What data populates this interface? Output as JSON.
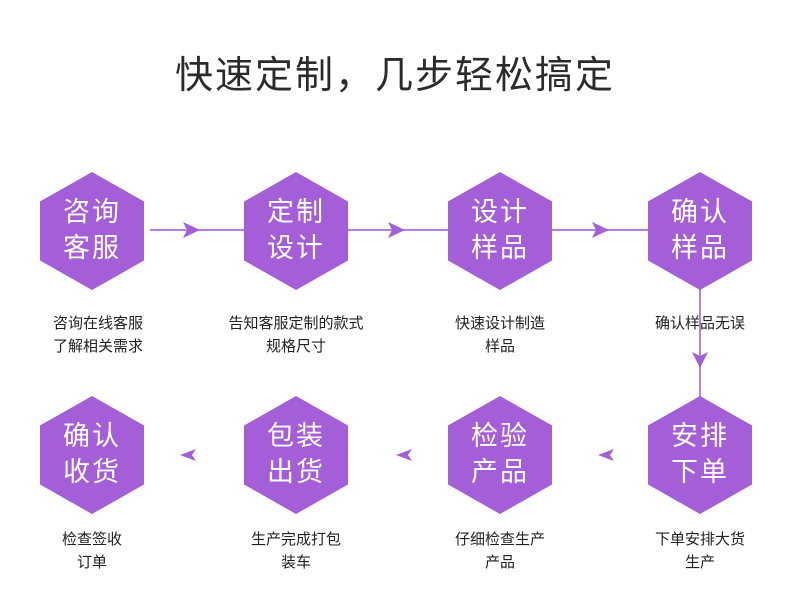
{
  "title": "快速定制，几步轻松搞定",
  "colors": {
    "hex_fill": "#a45ed8",
    "connector": "#b97de6",
    "arrow": "#a45ed8",
    "text": "#222222"
  },
  "steps": [
    {
      "name": [
        "咨询",
        "客服"
      ],
      "desc": [
        "咨询在线客服",
        "了解相关需求"
      ]
    },
    {
      "name": [
        "定制",
        "设计"
      ],
      "desc": [
        "告知客服定制的款式",
        "规格尺寸"
      ]
    },
    {
      "name": [
        "设计",
        "样品"
      ],
      "desc": [
        "快速设计制造",
        "样品"
      ]
    },
    {
      "name": [
        "确认",
        "样品"
      ],
      "desc": [
        "确认样品无误",
        ""
      ]
    },
    {
      "name": [
        "安排",
        "下单"
      ],
      "desc": [
        "下单安排大货",
        "生产"
      ]
    },
    {
      "name": [
        "检验",
        "产品"
      ],
      "desc": [
        "仔细检查生产",
        "产品"
      ]
    },
    {
      "name": [
        "包装",
        "出货"
      ],
      "desc": [
        "生产完成打包",
        "装车"
      ]
    },
    {
      "name": [
        "确认",
        "收货"
      ],
      "desc": [
        "检查签收",
        "订单"
      ]
    }
  ],
  "arrows": [
    {
      "from": "咨询客服",
      "to": "定制设计",
      "direction": "right"
    },
    {
      "from": "定制设计",
      "to": "设计样品",
      "direction": "right"
    },
    {
      "from": "设计样品",
      "to": "确认样品",
      "direction": "right"
    },
    {
      "from": "确认样品",
      "to": "安排下单",
      "direction": "down"
    },
    {
      "from": "安排下单",
      "to": "检验产品",
      "direction": "left"
    },
    {
      "from": "检验产品",
      "to": "包装出货",
      "direction": "left"
    },
    {
      "from": "包装出货",
      "to": "确认收货",
      "direction": "left"
    }
  ]
}
